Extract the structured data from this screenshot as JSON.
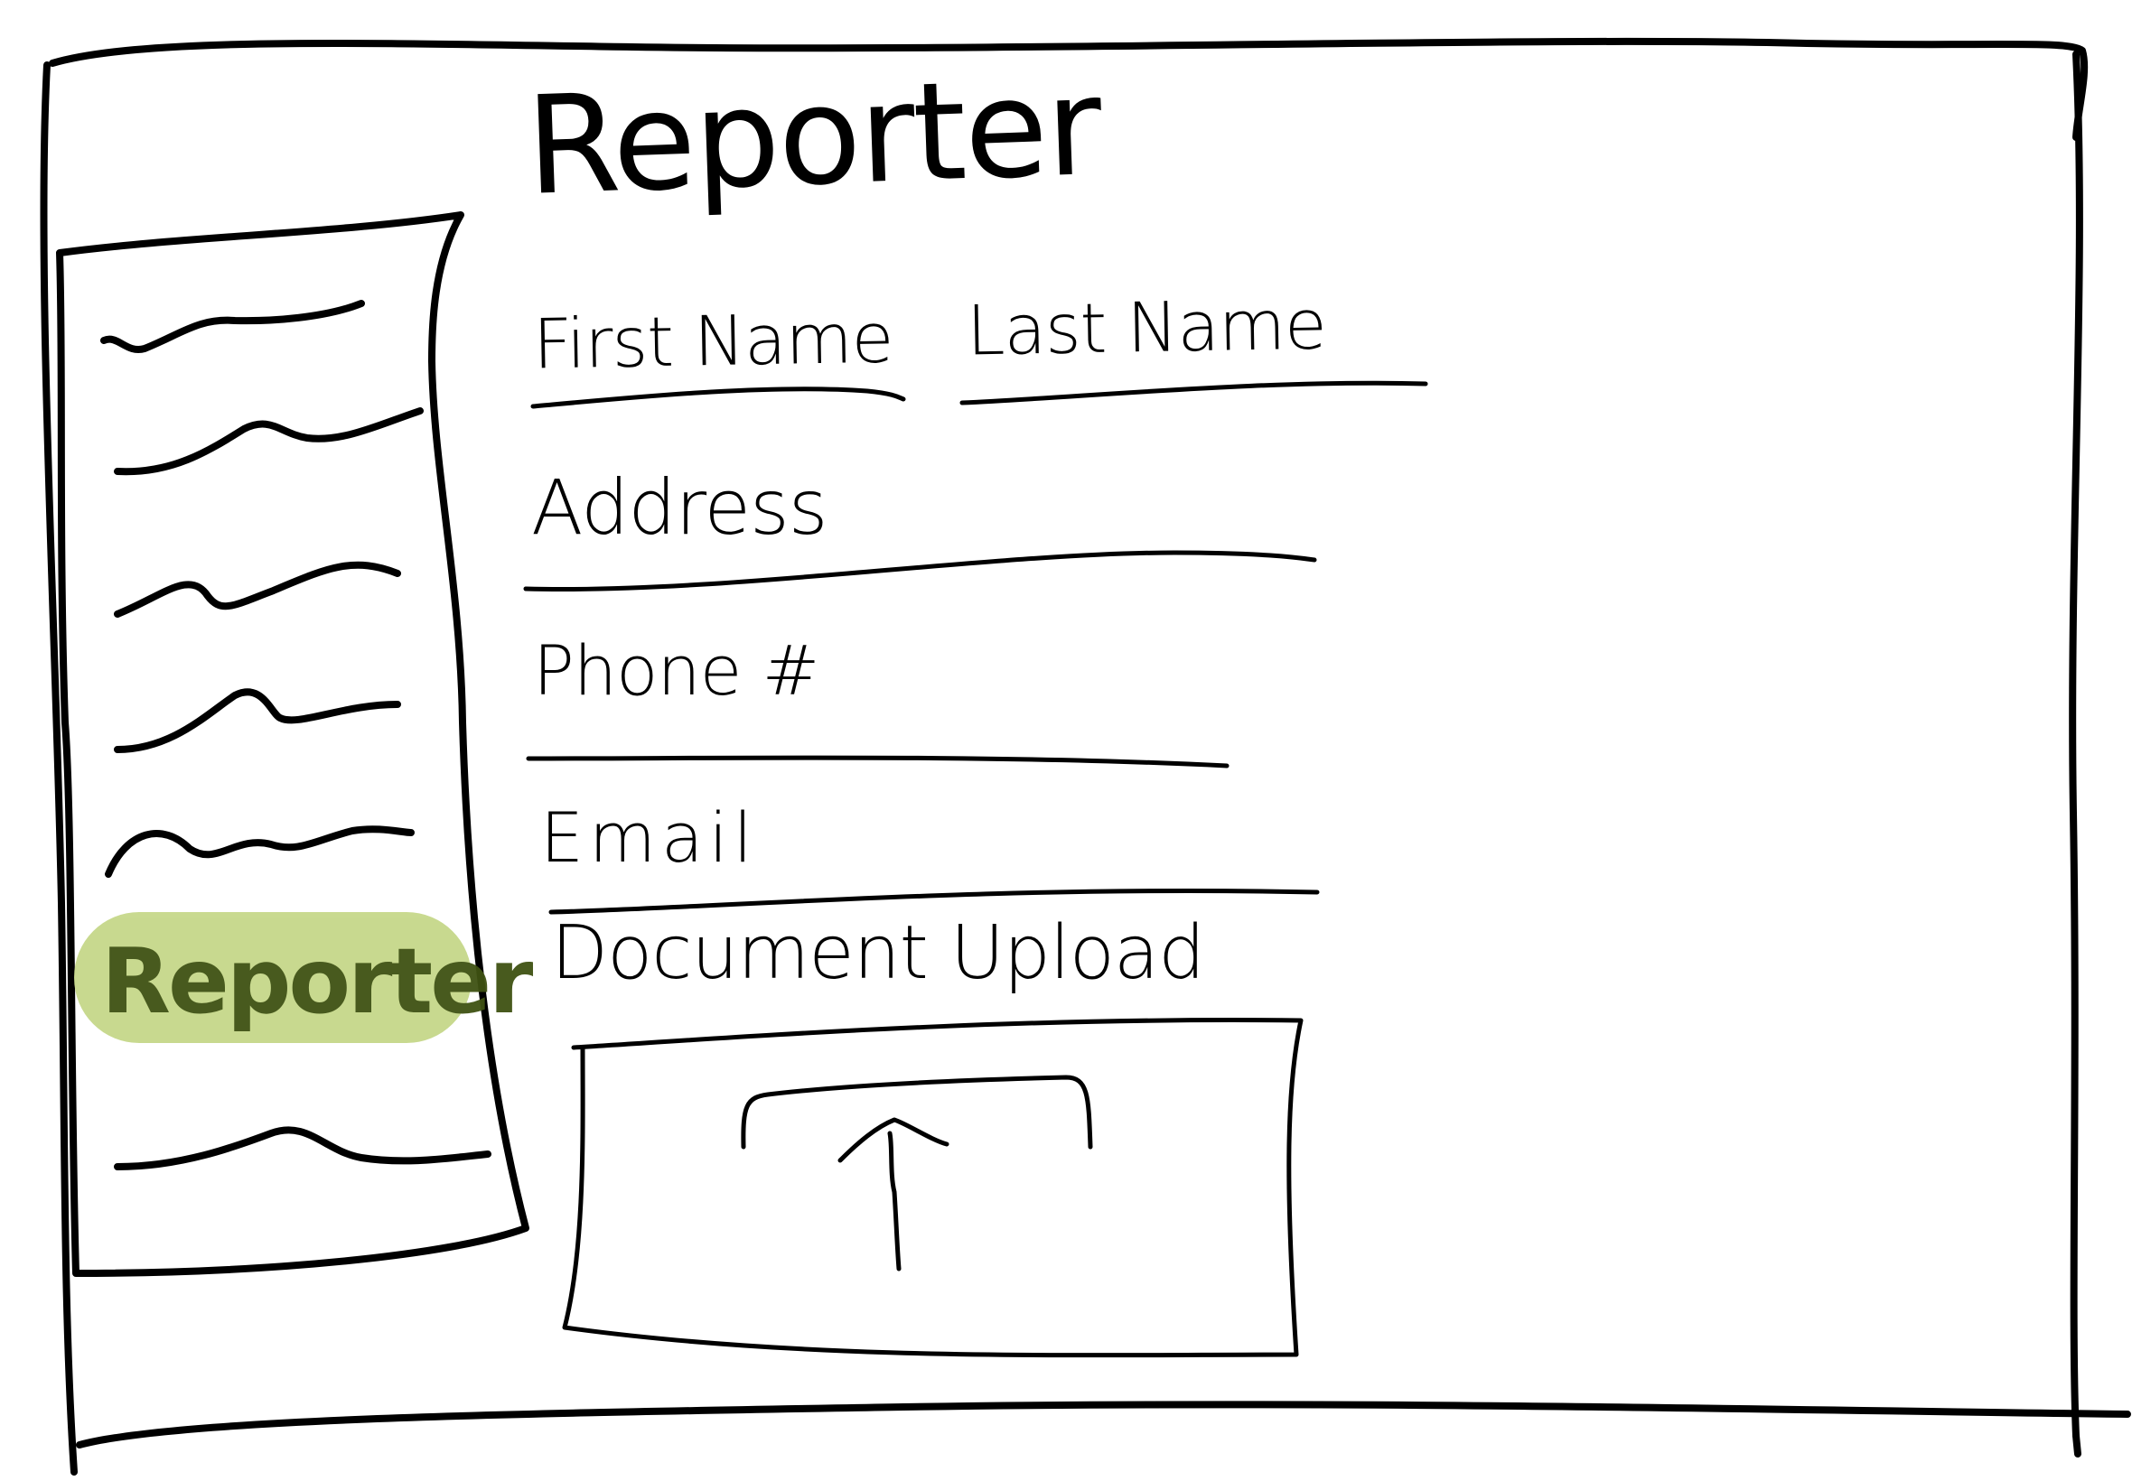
{
  "page": {
    "title": "Reporter"
  },
  "form": {
    "first_name_label": "First Name",
    "last_name_label": "Last Name",
    "address_label": "Address",
    "phone_label": "Phone #",
    "email_label": "Email",
    "upload_label": "Document Upload",
    "first_name_value": "",
    "last_name_value": "",
    "address_value": "",
    "phone_value": "",
    "email_value": ""
  },
  "sidebar": {
    "items": [
      {
        "label": ""
      },
      {
        "label": ""
      },
      {
        "label": ""
      },
      {
        "label": ""
      },
      {
        "label": ""
      },
      {
        "label": "Reporter",
        "active": true
      },
      {
        "label": ""
      }
    ]
  },
  "colors": {
    "ink": "#000000",
    "active_highlight": "#c6d88a",
    "active_text": "#3f5212"
  },
  "icons": {
    "upload": "upload-arrow-icon"
  }
}
